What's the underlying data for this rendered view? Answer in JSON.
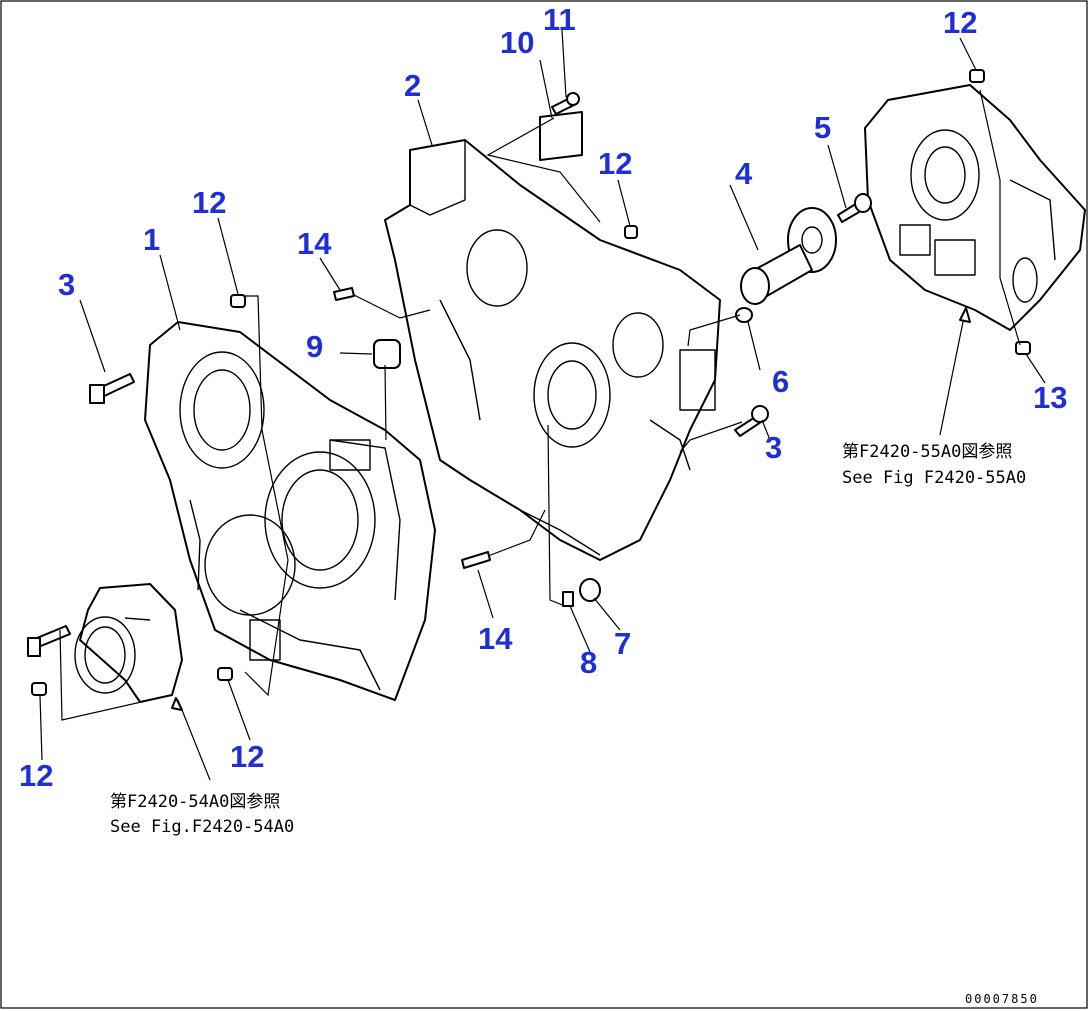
{
  "callouts": {
    "c1": "1",
    "c2": "2",
    "c3a": "3",
    "c3b": "3",
    "c4": "4",
    "c5": "5",
    "c6": "6",
    "c7": "7",
    "c8": "8",
    "c9": "9",
    "c10": "10",
    "c11": "11",
    "c12a": "12",
    "c12b": "12",
    "c12c": "12",
    "c12d": "12",
    "c12e": "12",
    "c13": "13",
    "c14a": "14",
    "c14b": "14"
  },
  "references": {
    "ref54_jp": "第F2420-54A0図参照",
    "ref54_en": "See Fig.F2420-54A0",
    "ref55_jp": "第F2420-55A0図参照",
    "ref55_en": "See Fig F2420-55A0"
  },
  "document_number": "00007850",
  "colors": {
    "callout": "#1f2fd8",
    "line": "#000000",
    "background": "#ffffff"
  }
}
